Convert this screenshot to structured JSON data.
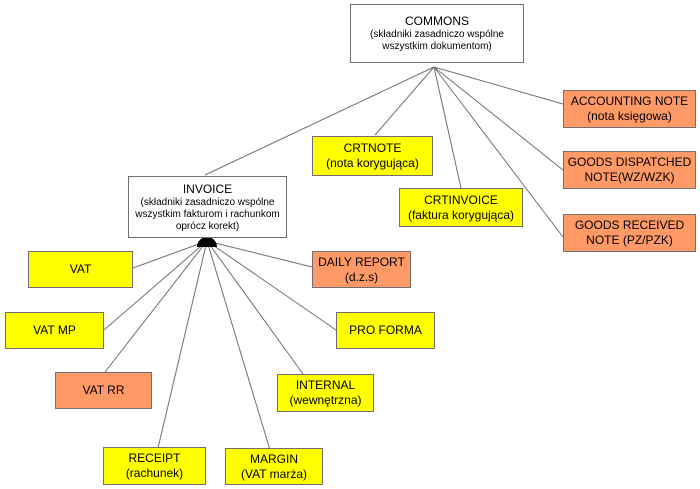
{
  "colors": {
    "white": "#ffffff",
    "yellow": "#ffff00",
    "orange": "#ff9966",
    "line": "#6f6f6f",
    "junction": "#000000"
  },
  "nodes": {
    "commons": {
      "title": "COMMONS",
      "subtitle": "(składniki zasadniczo wspólne wszystkim dokumentom)"
    },
    "invoice": {
      "title": "INVOICE",
      "subtitle": "(składniki zasadniczo wspólne wszystkim fakturom i rachunkom oprócz korekt)"
    },
    "crtnote": {
      "title": "CRTNOTE",
      "subtitle": "(nota korygująca)"
    },
    "crtinvoice": {
      "title": "CRTINVOICE",
      "subtitle": "(faktura korygująca)"
    },
    "accounting_note": {
      "title": "ACCOUNTING NOTE",
      "subtitle": "(nota księgowa)"
    },
    "goods_dispatched": {
      "title": "GOODS DISPATCHED",
      "subtitle": "NOTE(WZ/WZK)"
    },
    "goods_received": {
      "title": "GOODS RECEIVED",
      "subtitle": "NOTE (PZ/PZK)"
    },
    "vat": {
      "title": "VAT"
    },
    "vat_mp": {
      "title": "VAT MP"
    },
    "vat_rr": {
      "title": "VAT RR"
    },
    "receipt": {
      "title": "RECEIPT",
      "subtitle": "(rachunek)"
    },
    "margin": {
      "title": "MARGIN",
      "subtitle": "(VAT marża)"
    },
    "internal": {
      "title": "INTERNAL",
      "subtitle": "(wewnętrzna)"
    },
    "pro_forma": {
      "title": "PRO FORMA"
    },
    "daily_report": {
      "title": "DAILY REPORT",
      "subtitle": "(d.z.s)"
    }
  }
}
